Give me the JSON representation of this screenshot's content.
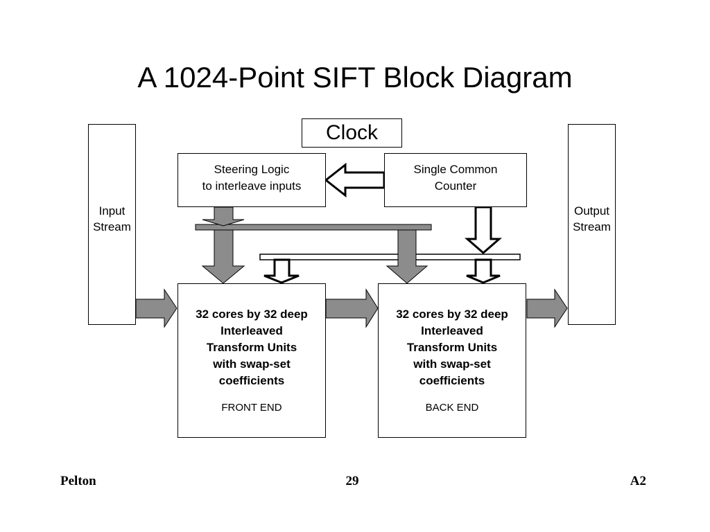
{
  "title": "A 1024-Point SIFT Block Diagram",
  "clock": "Clock",
  "input_stream": [
    "Input",
    "Stream"
  ],
  "output_stream": [
    "Output",
    "Stream"
  ],
  "steering": [
    "Steering Logic",
    "to interleave inputs"
  ],
  "counter": [
    "Single Common",
    "Counter"
  ],
  "front_end": {
    "lines": [
      "32 cores by 32 deep",
      "Interleaved",
      "Transform Units",
      "with swap-set",
      "coefficients"
    ],
    "label": "FRONT END"
  },
  "back_end": {
    "lines": [
      "32 cores by 32 deep",
      "Interleaved",
      "Transform Units",
      "with swap-set",
      "coefficients"
    ],
    "label": "BACK END"
  },
  "footer": {
    "left": "Pelton",
    "center": "29",
    "right": "A2"
  },
  "colors": {
    "arrow_fill": "#8c8c8c",
    "bus_fill": "#8c8c8c",
    "outline": "#000000",
    "hollow": "#ffffff"
  }
}
